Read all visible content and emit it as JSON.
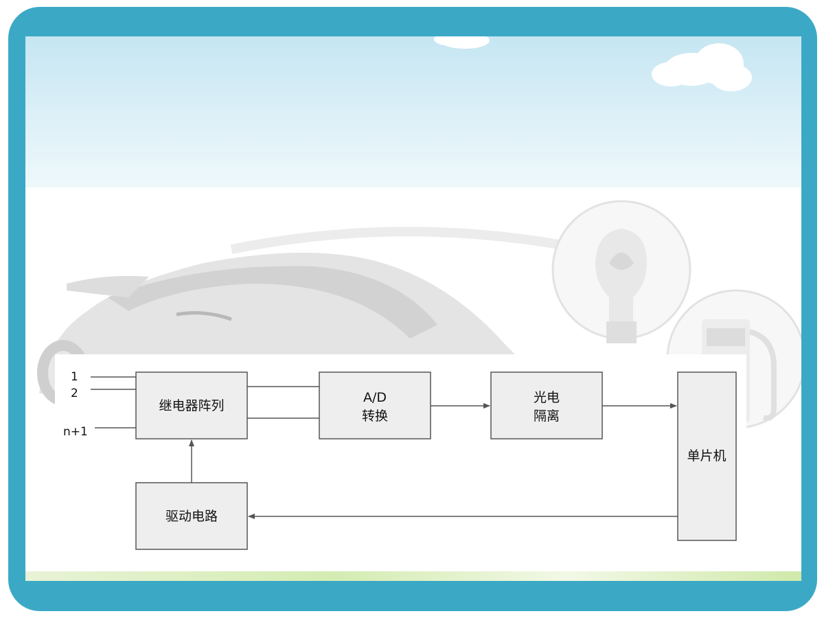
{
  "diagram": {
    "inputs": [
      "1",
      "2",
      "n+1"
    ],
    "blocks": {
      "relay_array": "继电器阵列",
      "ad_line1": "A/D",
      "ad_line2": "转换",
      "opto_line1": "光电",
      "opto_line2": "隔离",
      "mcu": "单片机",
      "driver": "驱动电路"
    }
  },
  "colors": {
    "frame": "#3ba9c6",
    "sky": "#c5e6f2",
    "box_fill": "#eeeeee",
    "line": "#555555"
  }
}
